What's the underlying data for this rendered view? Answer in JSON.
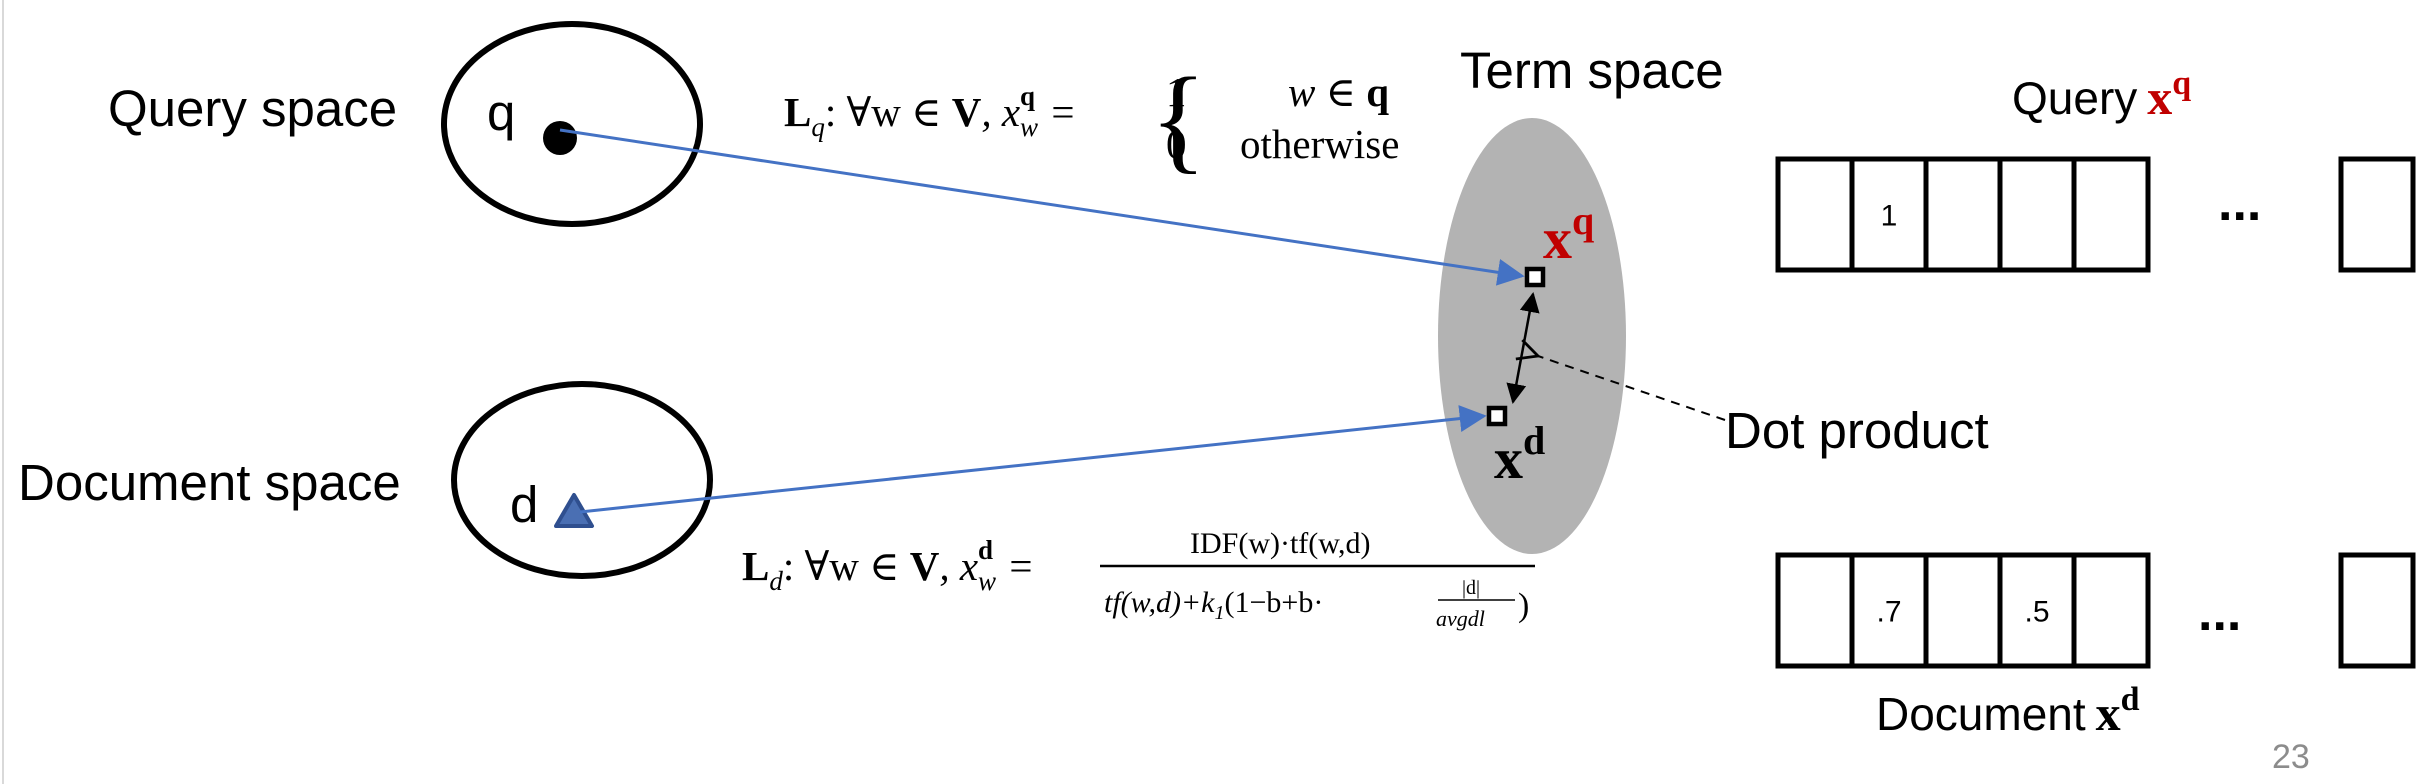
{
  "labels": {
    "query_space": "Query space",
    "document_space": "Document space",
    "term_space": "Term space",
    "dot_product": "Dot product",
    "query_vector_prefix": "Query",
    "document_vector_prefix": "Document",
    "q": "q",
    "d": "d",
    "x_bold": "x",
    "sup_q": "q",
    "sup_d": "d",
    "ellipsis": "...",
    "page_number": "23"
  },
  "formula_q": {
    "L": "L",
    "L_sub": "q",
    "body": ": ∀w ∈ ",
    "V": "V",
    "comma_x": ", x",
    "x_sub": "w",
    "x_sup": "q",
    "equals": " =",
    "brace": "{",
    "case1_value": "1",
    "case1_cond_w": "w ∈ ",
    "case1_cond_q": "q",
    "case2_value": "0",
    "case2_cond": "otherwise"
  },
  "formula_d": {
    "L": "L",
    "L_sub": "d",
    "body": ": ∀w ∈ ",
    "V": "V",
    "comma_x": ", x",
    "x_sub": "w",
    "x_sup": "d",
    "equals": " =",
    "numerator": "IDF(w)·tf(w,d)",
    "denominator": "tf(w,d)+k",
    "k_sub": "1",
    "den_paren": "(1−b+b·",
    "inner_num": "|d|",
    "inner_den": "avgdl",
    "close_paren": ")"
  },
  "query_cells": [
    "",
    "1",
    "",
    "",
    ""
  ],
  "document_cells": [
    "",
    ".7",
    "",
    ".5",
    ""
  ],
  "colors": {
    "accent_red": "#c00000",
    "arrow_blue": "#4472c4",
    "triangle_fill": "#4a6fb3",
    "triangle_stroke": "#2f4f8f",
    "term_space_fill": "#b3b3b3",
    "page_number": "#8c8c8c"
  }
}
